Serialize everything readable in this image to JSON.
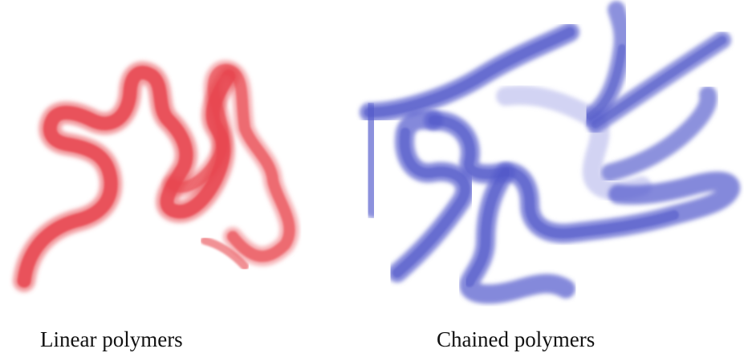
{
  "panels": [
    {
      "id": "linear",
      "caption": "Linear polymers",
      "color": "#e8474f"
    },
    {
      "id": "chained",
      "caption": "Chained polymers",
      "color": "#5c62cf"
    }
  ]
}
